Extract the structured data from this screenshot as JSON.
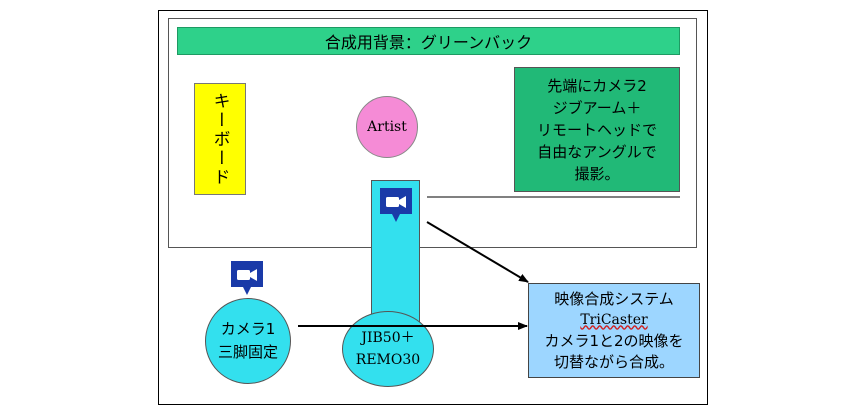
{
  "diagram": {
    "banner": "合成用背景：グリーンバック",
    "keyboard": "キーボード",
    "artist": "Artist",
    "note": [
      "先端にカメラ2",
      "ジブアーム＋",
      "リモートヘッドで",
      "自由なアングルで",
      "撮影。"
    ],
    "camera1": [
      "カメラ1",
      "三脚固定"
    ],
    "jib": [
      "JIB50＋",
      "REMO30"
    ],
    "system": {
      "title": "映像合成システム",
      "product": "TriCaster",
      "lines": [
        "カメラ1と2の映像を",
        "切替ながら合成。"
      ]
    }
  },
  "colors": {
    "banner": "#2ed18a",
    "keyboard": "#ffff00",
    "artist": "#f58bd6",
    "note": "#21b977",
    "camera_circles": "#33e0ee",
    "system": "#9dd6ff",
    "camera_icon": "#1a3aa8"
  },
  "icons": [
    "video-camera-icon"
  ]
}
